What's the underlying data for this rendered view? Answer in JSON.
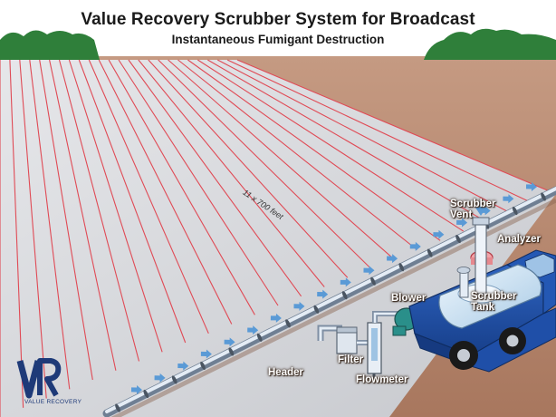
{
  "header": {
    "title": "Value Recovery Scrubber System for Broadcast",
    "subtitle": "Instantaneous Fumigant Destruction"
  },
  "labels": {
    "scrubber_vent": [
      "Scrubber",
      "Vent"
    ],
    "analyzer": "Analyzer",
    "scrubber_tank": [
      "Scrubber",
      "Tank"
    ],
    "blower": "Blower",
    "filter": "Filter",
    "header_pipe": "Header",
    "flowmeter": "Flowmeter"
  },
  "field_dimension": "11 x 700 feet",
  "logo": {
    "brand_text": "VALUE RECOVERY"
  },
  "colors": {
    "sky": "#ffffff",
    "trees": "#2f7f3a",
    "soil": "#b9866d",
    "tarp": "#cfd0d4",
    "tarp_seams": "#e04a55",
    "pipe": "#c9d6e6",
    "pipe_dark": "#4a5562",
    "truck_blue": "#1f4fa8",
    "flow_arrows": "#5a9ad6",
    "logo_blue": "#1e3a78"
  },
  "icons": [
    "flow-arrow-icon",
    "value-recovery-logo-icon"
  ]
}
